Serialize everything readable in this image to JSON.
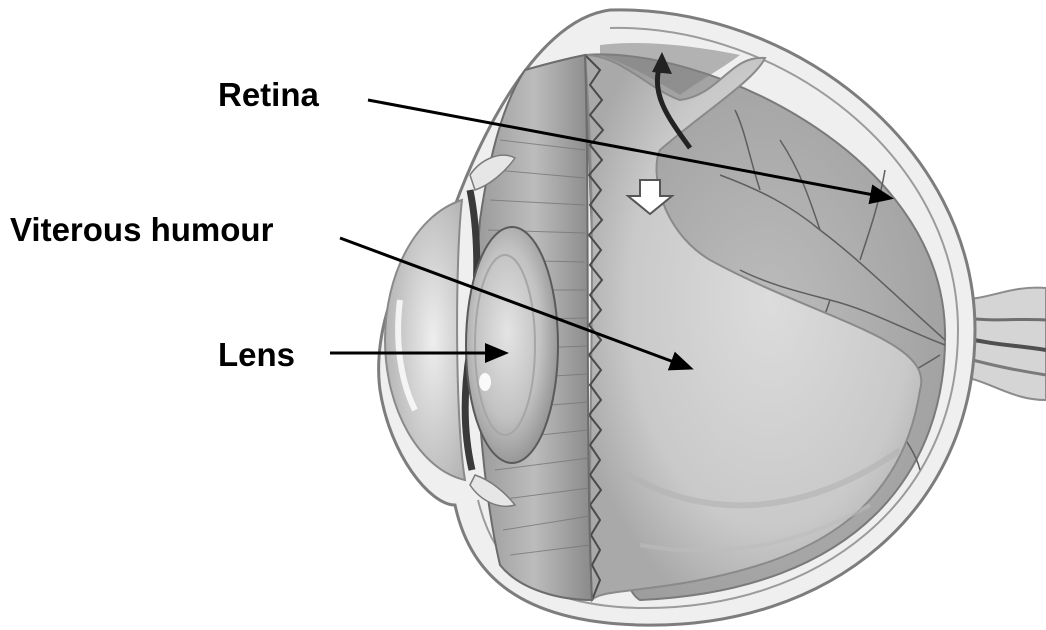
{
  "labels": {
    "retina": "Retina",
    "vitreous": "Viterous humour",
    "lens": "Lens"
  },
  "colors": {
    "label_text": "#000000",
    "arrow": "#000000",
    "background": "#ffffff"
  }
}
